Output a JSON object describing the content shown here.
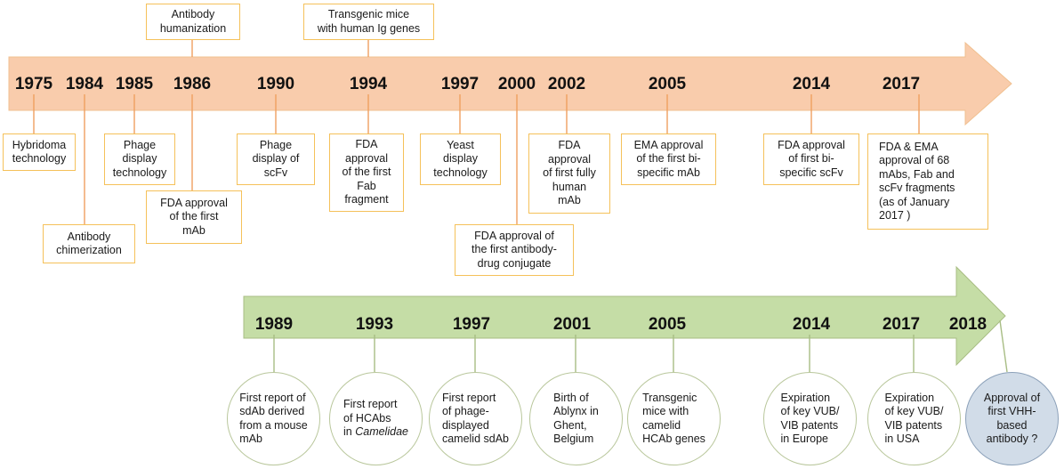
{
  "arrows": {
    "top_fill": "#f9ccac",
    "bottom_fill": "#c5dda6",
    "top_connector": "#f0a060",
    "bottom_connector": "#a8bd84",
    "box_border": "#f5c15a"
  },
  "top_timeline": {
    "years": [
      "1975",
      "1984",
      "1985",
      "1986",
      "1990",
      "1994",
      "1997",
      "2000",
      "2002",
      "2005",
      "2014",
      "2017"
    ],
    "events": [
      {
        "year": "1975",
        "text": "Hybridoma\ntechnology"
      },
      {
        "year": "1984",
        "text": "Antibody\nchimerization"
      },
      {
        "year": "1985",
        "text": "Phage\ndisplay\ntechnology"
      },
      {
        "year": "1986",
        "text": "Antibody\nhumanization"
      },
      {
        "year": "1986",
        "text": "FDA approval\nof the first\nmAb"
      },
      {
        "year": "1990",
        "text": "Phage\ndisplay of\nscFv"
      },
      {
        "year": "1994",
        "text": "Transgenic mice\nwith human Ig genes"
      },
      {
        "year": "1994",
        "text": "FDA\napproval\nof the first\nFab\nfragment"
      },
      {
        "year": "1997",
        "text": "Yeast\ndisplay\ntechnology"
      },
      {
        "year": "2000",
        "text": "FDA approval of\nthe first antibody-\ndrug conjugate"
      },
      {
        "year": "2002",
        "text": "FDA\napproval\nof first fully\nhuman\nmAb"
      },
      {
        "year": "2005",
        "text": "EMA approval\nof the first bi-\nspecific mAb"
      },
      {
        "year": "2014",
        "text": "FDA approval\nof first bi-\nspecific scFv"
      },
      {
        "year": "2017",
        "text": "FDA & EMA\napproval of 68\nmAbs, Fab and\nscFv fragments\n(as of January\n2017 )"
      }
    ]
  },
  "bottom_timeline": {
    "years": [
      "1989",
      "1993",
      "1997",
      "2001",
      "2005",
      "2014",
      "2017",
      "2018"
    ],
    "events": [
      {
        "year": "1989",
        "text": "First report of\nsdAb derived\nfrom a mouse\nmAb"
      },
      {
        "year": "1993",
        "text_line1": "First  report\nof  HCAbs\nin ",
        "text_italic": "Camelidae"
      },
      {
        "year": "1997",
        "text": "First report\nof phage-\ndisplayed\ncamelid sdAb"
      },
      {
        "year": "2001",
        "text": "Birth of\nAblynx in\nGhent,\nBelgium"
      },
      {
        "year": "2005",
        "text": "Transgenic\nmice with\ncamelid\nHCAb genes"
      },
      {
        "year": "2014",
        "text": "Expiration\nof key VUB/\nVIB patents\nin Europe"
      },
      {
        "year": "2017",
        "text": "Expiration\nof key VUB/\nVIB patents\nin USA"
      },
      {
        "year": "2018",
        "text": "Approval of\nfirst VHH-\nbased\nantibody ?"
      }
    ]
  }
}
